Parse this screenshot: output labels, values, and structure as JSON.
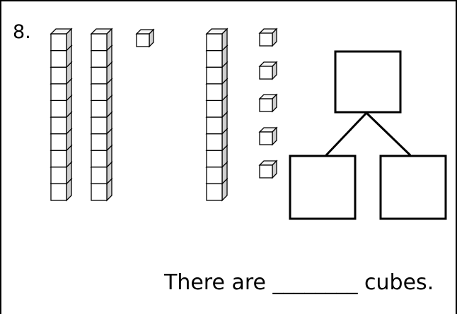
{
  "problem": {
    "number_label": "8.",
    "sentence_start": "There are ",
    "answer_blank": "________",
    "sentence_end": " cubes."
  },
  "blocks": {
    "ten_rods": 3,
    "cubes_per_rod": 10,
    "unit_cubes": 6
  },
  "number_bond": {
    "whole_box": "",
    "left_part_box": "",
    "right_part_box": ""
  },
  "colors": {
    "line": "#000000",
    "cube_face": "#ffffff",
    "cube_side": "#cfcfcf",
    "cube_top": "#f4f4f4"
  }
}
